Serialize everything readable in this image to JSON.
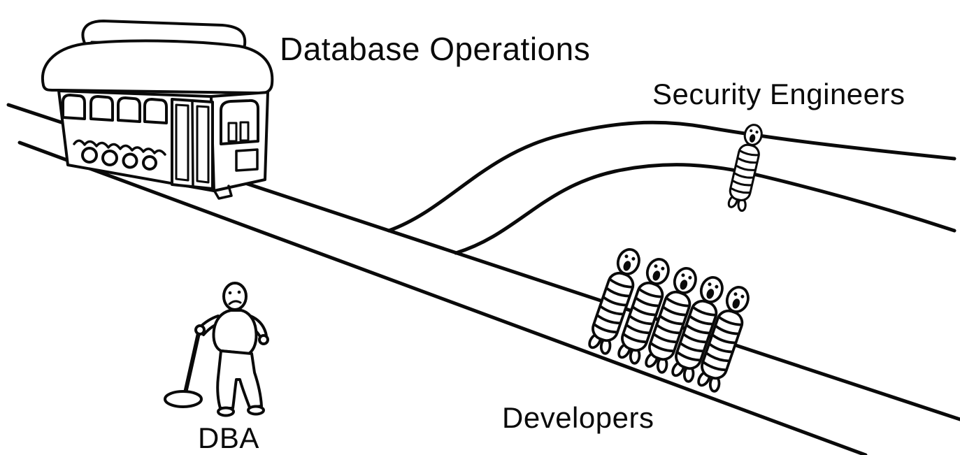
{
  "scene": {
    "description": "Trolley problem cartoon",
    "background_color": "#ffffff",
    "ink_color": "#0a0a0a"
  },
  "labels": {
    "trolley": "Database Operations",
    "upper_track": "Security Engineers",
    "lower_track": "Developers",
    "lever_operator": "DBA"
  },
  "figures": {
    "security_engineers_count": 1,
    "developers_count": 5,
    "dba_count": 1
  }
}
